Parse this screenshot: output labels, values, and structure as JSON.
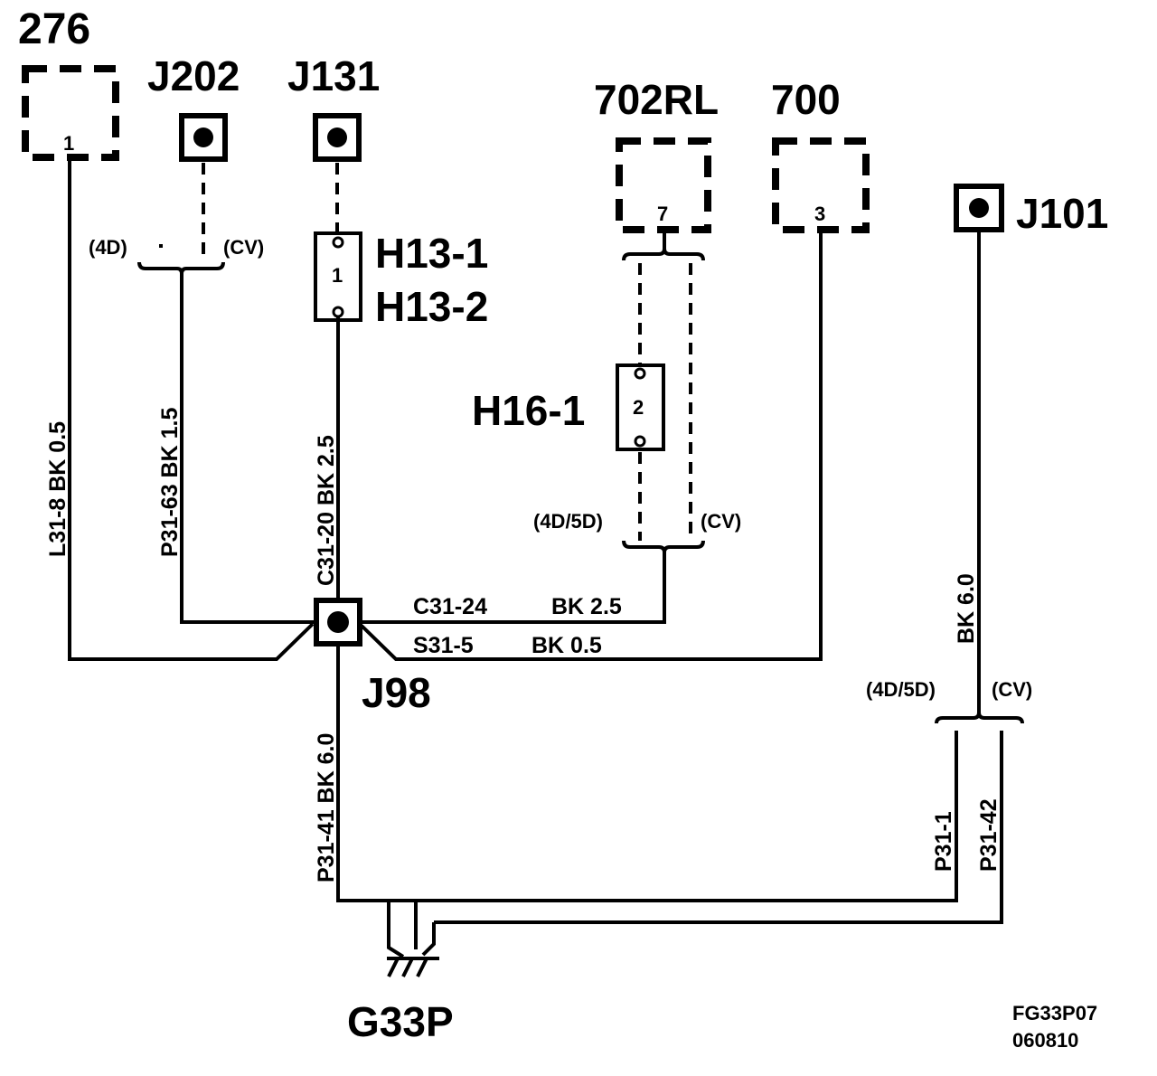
{
  "components": {
    "c276": "276",
    "j202": "J202",
    "j131": "J131",
    "c702rl": "702RL",
    "c700": "700",
    "j101": "J101",
    "h13_1": "H13-1",
    "h13_2": "H13-2",
    "h16_1": "H16-1",
    "j98": "J98",
    "g33p": "G33P"
  },
  "pins": {
    "c276_pin": "1",
    "c702rl_pin": "7",
    "c700_pin": "3",
    "h13_pin": "1",
    "h16_pin": "2"
  },
  "variants": {
    "j202_left": "(4D)",
    "j202_right": "(CV)",
    "h16_left": "(4D/5D)",
    "h16_right": "(CV)",
    "j101_left": "(4D/5D)",
    "j101_right": "(CV)"
  },
  "wires": {
    "l31_8": "L31-8  BK  0.5",
    "p31_63": "P31-63   BK  1.5",
    "c31_20": "C31-20  BK  2.5",
    "c31_24_id": "C31-24",
    "c31_24_spec": "BK  2.5",
    "s31_5_id": "S31-5",
    "s31_5_spec": "BK  0.5",
    "p31_41": "P31-41       BK  6.0",
    "j101_spec": "BK     6.0",
    "p31_1": "P31-1",
    "p31_42": "P31-42"
  },
  "figure": {
    "code": "FG33P07",
    "date": "060810"
  }
}
